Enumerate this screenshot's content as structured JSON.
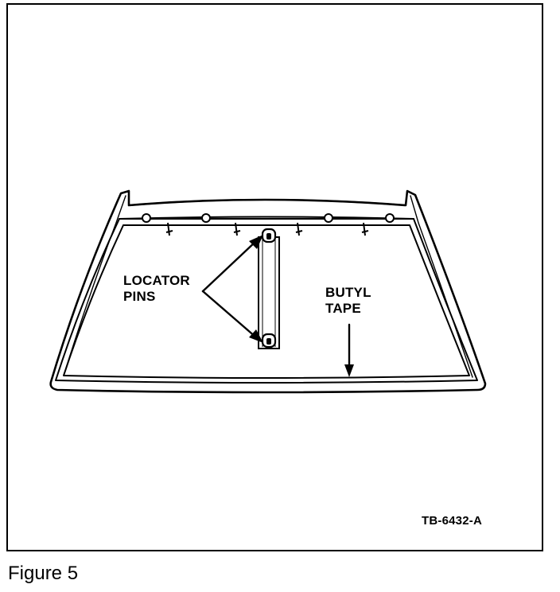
{
  "labels": {
    "locator_line1": "LOCATOR",
    "locator_line2": "PINS",
    "butyl_line1": "BUTYL",
    "butyl_line2": "TAPE",
    "reference": "TB-6432-A"
  },
  "caption": "Figure 5",
  "colors": {
    "ink": "#000000",
    "paper": "#ffffff"
  }
}
